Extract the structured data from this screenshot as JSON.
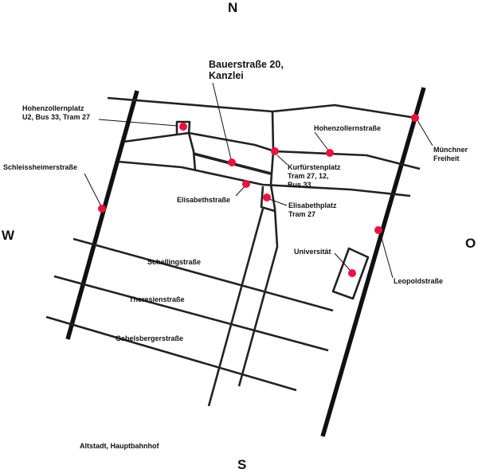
{
  "compass": {
    "north": "N",
    "south": "S",
    "west": "W",
    "east": "O"
  },
  "destination": {
    "line1": "Bauerstraße 20,",
    "line2": "Kanzlei"
  },
  "labels": {
    "hohenzollernplatz": {
      "line1": "Hohenzollernplatz",
      "line2": "U2, Bus 33, Tram 27"
    },
    "schleissheimerstrasse": "Schleissheimerstraße",
    "elisabethstrasse": "Elisabethstraße",
    "kurfuerstenplatz": {
      "line1": "Kurfürstenplatz",
      "line2": "Tram 27, 12,",
      "line3": "Bus 33"
    },
    "hohenzollernstrasse": "Hohenzollernstraße",
    "muenchner_freiheit": {
      "line1": "Münchner",
      "line2": "Freiheit"
    },
    "elisabethplatz": {
      "line1": "Elisabethplatz",
      "line2": "Tram 27"
    },
    "universitaet": "Universität",
    "leopoldstrasse": "Leopoldstraße",
    "schellingstrasse": "Schellingstraße",
    "theresienstrasse": "Theresienstraße",
    "gabelsbergerstrasse": "Gabelsbergerstraße",
    "altstadt": "Altstadt, Hauptbahnhof"
  },
  "colors": {
    "marker": "#f0103c",
    "road": "#222222"
  }
}
